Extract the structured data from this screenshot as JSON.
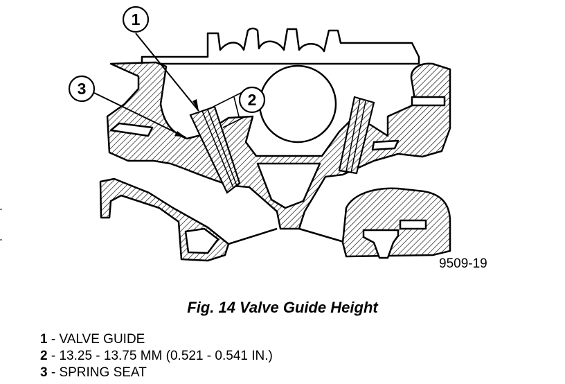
{
  "figure": {
    "reference": "9509-19",
    "caption": "Fig. 14 Valve Guide Height"
  },
  "callouts": [
    {
      "id": "1",
      "label": "1"
    },
    {
      "id": "2",
      "label": "2"
    },
    {
      "id": "3",
      "label": "3"
    }
  ],
  "legend": [
    {
      "num": "1",
      "text": " - VALVE GUIDE"
    },
    {
      "num": "2",
      "text": " - 13.25 - 13.75 MM (0.521 - 0.541 IN.)"
    },
    {
      "num": "3",
      "text": " - SPRING SEAT"
    }
  ]
}
